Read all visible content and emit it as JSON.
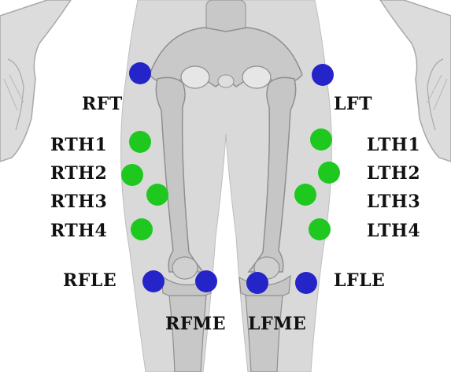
{
  "colors": {
    "background": "#ffffff",
    "silhouette": "#d9d9d9",
    "bone": "#c4c4c4",
    "bone_edge": "#9a9a9a",
    "pelvic_marker": "#2424c8",
    "knee_marker": "#2424c8",
    "thigh_marker": "#1ec81e"
  },
  "markers": {
    "rft": "RFT",
    "lft": "LFT",
    "rth1": "RTH1",
    "rth2": "RTH2",
    "rth3": "RTH3",
    "rth4": "RTH4",
    "lth1": "LTH1",
    "lth2": "LTH2",
    "lth3": "LTH3",
    "lth4": "LTH4",
    "rfle": "RFLE",
    "rfme": "RFME",
    "lfme": "LFME",
    "lfle": "LFLE"
  }
}
